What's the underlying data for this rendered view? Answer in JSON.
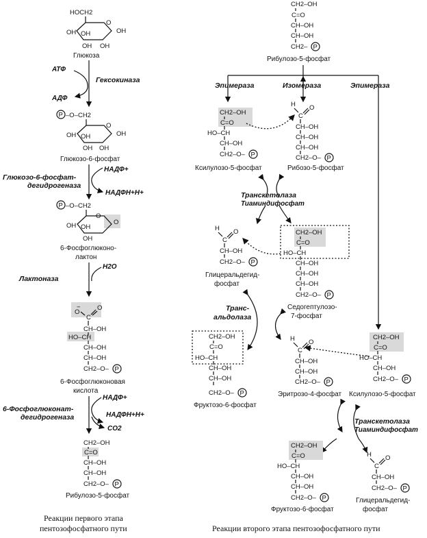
{
  "left_pathway": {
    "glucose": {
      "label": "Глюкоза",
      "c6": "HOCH2",
      "oh": "OH"
    },
    "step1": {
      "enzyme": "Гексокиназа",
      "in": "АТФ",
      "out": "АДФ"
    },
    "g6p": {
      "label": "Глюкозо-6-фосфат"
    },
    "step2": {
      "enzyme_line1": "Глюкозо-6-фосфат-",
      "enzyme_line2": "дегидрогеназа",
      "in": "НАДФ+",
      "out": "НАДФН+Н+"
    },
    "lactone": {
      "label_line1": "6-Фосфоглюконо-",
      "label_line2": "лактон"
    },
    "step3": {
      "enzyme": "Лактоназа",
      "in": "H2O"
    },
    "gluconate": {
      "label_line1": "6-Фосфоглюконовая",
      "label_line2": "кислота"
    },
    "step4": {
      "enzyme_line1": "6-Фосфоглюконат-",
      "enzyme_line2": "дегидрогеназа",
      "in": "НАДФ+",
      "out1": "НАДФН+Н+",
      "out2": "CO2"
    },
    "ru5p": {
      "label": "Рибулозо-5-фосфат"
    }
  },
  "right_pathway": {
    "ru5p_top": {
      "label": "Рибулозо-5-фосфат"
    },
    "epimerase_left": "Эпимераза",
    "isomerase": "Изомераза",
    "epimerase_right": "Эпимераза",
    "xu5p": {
      "label": "Ксилулозо-5-фосфат"
    },
    "r5p": {
      "label": "Рибозо-5-фосфат"
    },
    "transketolase1": {
      "name": "Транскетолаза",
      "cofactor": "Тиаминдифосфат"
    },
    "g3p": {
      "label_line1": "Глицеральдегид-",
      "label_line2": "фосфат"
    },
    "s7p": {
      "label_line1": "Седогептулозо-",
      "label_line2": "7-фосфат"
    },
    "transaldolase": {
      "line1": "Транс-",
      "line2": "альдолаза"
    },
    "f6p": {
      "label": "Фруктозо-6-фосфат"
    },
    "e4p": {
      "label": "Эритрозо-4-фосфат"
    },
    "xu5p_2": {
      "label": "Ксилулозо-5-фосфат"
    },
    "transketolase2": {
      "name": "Транскетолаза",
      "cofactor": "Тиаминдифосфат"
    },
    "f6p_2": {
      "label": "Фруктозо-6-фосфат"
    },
    "g3p_2": {
      "label_line1": "Глицеральдегид-",
      "label_line2": "фосфат"
    }
  },
  "chem_tokens": {
    "ch2oh": "CH2–OH",
    "co": "C=O",
    "choh": "CH–OH",
    "hoch": "HO–CH",
    "ch2op": "CH2–O–",
    "p": "P",
    "h": "H",
    "o": "O",
    "ominus": "–O",
    "oh": "OH",
    "ho": "HO"
  },
  "captions": {
    "left_line1": "Реакции первого этапа",
    "left_line2": "пентозофосфатного пути",
    "right": "Реакции второго этапа пентозофосфатного пути"
  }
}
